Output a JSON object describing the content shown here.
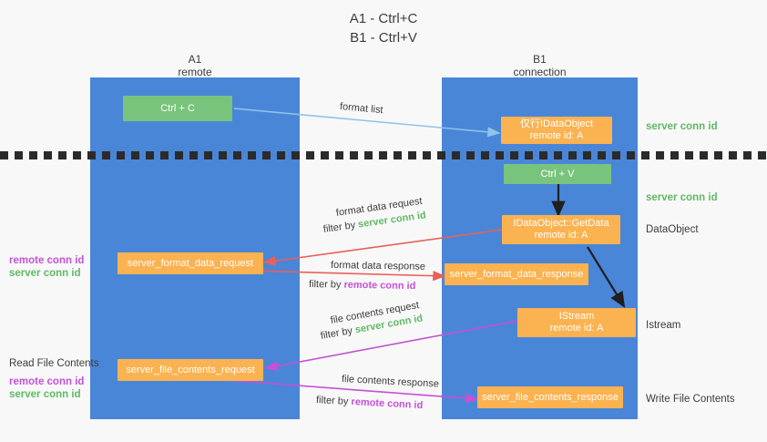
{
  "title": {
    "line1": "A1 - Ctrl+C",
    "line2": "B1 - Ctrl+V"
  },
  "columns": [
    {
      "name": "A1",
      "sub": "remote"
    },
    {
      "name": "B1",
      "sub": "connection"
    }
  ],
  "boxes": {
    "ctrl_c": {
      "label": "Ctrl + C"
    },
    "ctrl_v": {
      "label": "Ctrl + V"
    },
    "idataobject": {
      "line1": "仅行IDataObject",
      "line2": "remote id: A"
    },
    "getdata": {
      "line1": "IDataObject::GetData",
      "line2": "remote id: A"
    },
    "istream": {
      "line1": "IStream",
      "line2": "remote id: A"
    },
    "format_data_request": {
      "label": "server_format_data_request"
    },
    "format_data_response": {
      "label": "server_format_data_response"
    },
    "file_contents_request": {
      "label": "server_file_contents_request"
    },
    "file_contents_response": {
      "label": "server_file_contents_response"
    }
  },
  "arrow_labels": {
    "format_list": "format list",
    "format_data_request": "format data request",
    "format_data_request_filter_prefix": "filter by ",
    "format_data_request_filter_value": "server conn id",
    "format_data_response": "format data response",
    "format_data_response_filter_prefix": "filter by ",
    "format_data_response_filter_value": "remote conn id",
    "file_contents_request": "file contents request",
    "file_contents_request_filter_prefix": "filter by ",
    "file_contents_request_filter_value": "server conn id",
    "file_contents_response": "file contents response",
    "file_contents_response_filter_prefix": "filter by ",
    "file_contents_response_filter_value": "remote conn id"
  },
  "right_labels": {
    "server_conn_id_top": "server conn id",
    "server_conn_id_mid": "server conn id",
    "dataobject": "DataObject",
    "istream": "Istream",
    "write_file_contents": "Write File Contents"
  },
  "left_labels": {
    "remote_conn_id_upper": "remote conn id",
    "server_conn_id_upper": "server conn id",
    "read_file_contents": "Read File Contents",
    "remote_conn_id_lower": "remote conn id",
    "server_conn_id_lower": "server conn id"
  },
  "colors": {
    "column": "#4a86d8",
    "green_box": "#79c47d",
    "orange_box": "#fbb250",
    "green_text": "#5fb964",
    "magenta_text": "#c451d6",
    "red_arrow": "#e8605a",
    "magenta_arrow": "#c451d6",
    "lightblue_arrow": "#8fc4e8",
    "dark_arrow": "#1f1f1f",
    "background": "#f8f8f8"
  }
}
